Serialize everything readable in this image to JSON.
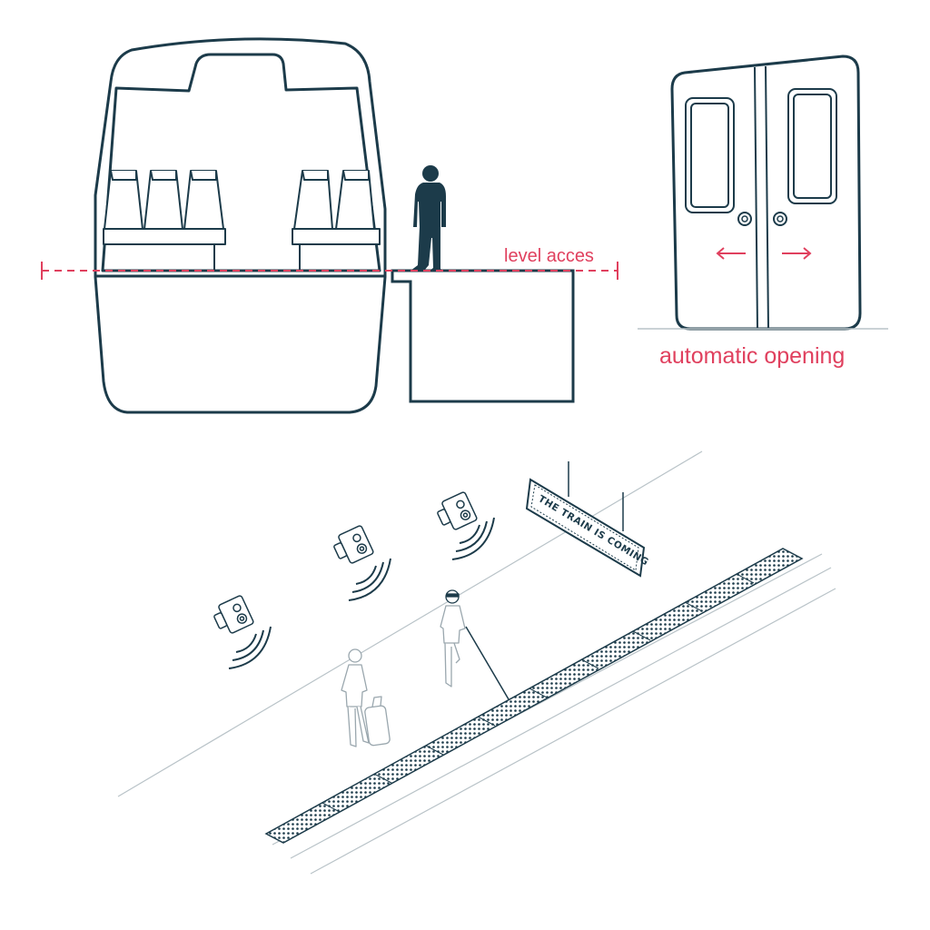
{
  "labels": {
    "level_access": "level acces",
    "automatic_opening": "automatic opening",
    "sign_text": "THE TRAIN IS COMING"
  },
  "colors": {
    "ink": "#1c3b4a",
    "accent": "#e0405e",
    "thin_line": "#b9c3c8"
  },
  "icons": {
    "arrow_left": "arrow-left-icon",
    "arrow_right": "arrow-right-icon",
    "speaker": "speaker-icon",
    "passenger": "person-silhouette-icon"
  }
}
